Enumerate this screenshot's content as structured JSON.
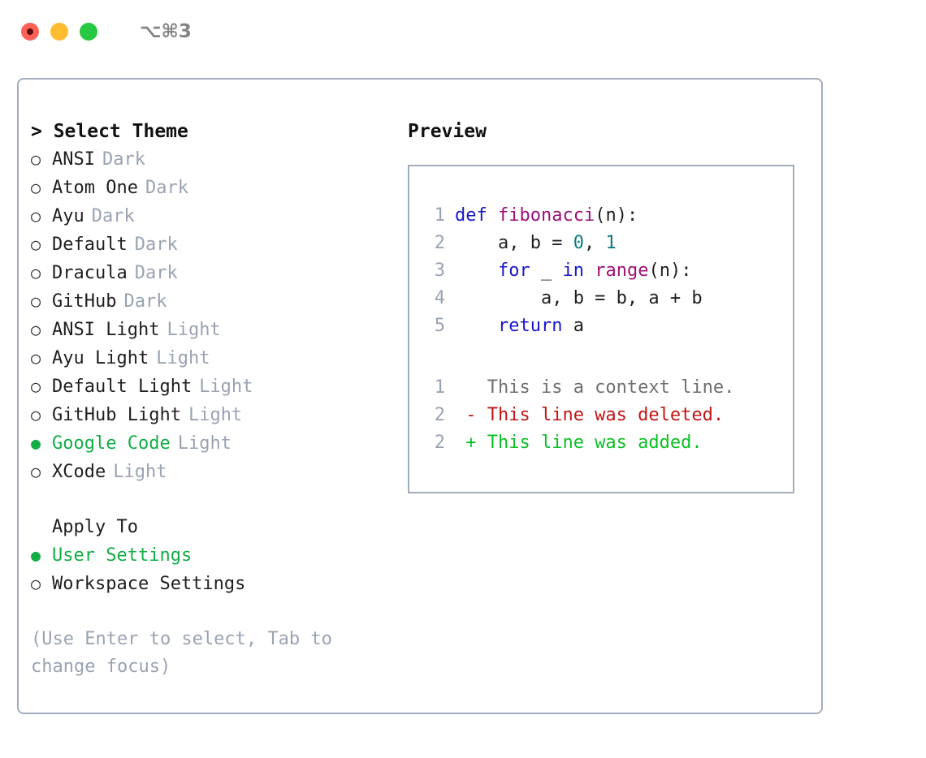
{
  "titlebar": {
    "shortcut": "⌥⌘3",
    "buttons": [
      {
        "name": "close",
        "color": "#ff6159"
      },
      {
        "name": "minimize",
        "color": "#febc2e"
      },
      {
        "name": "maximize",
        "color": "#26c941"
      }
    ]
  },
  "theme_panel": {
    "heading": "> Select Theme",
    "bullet_unselected": "○",
    "bullet_selected": "●",
    "selected_color": "#14ad46",
    "tag_color": "#9aa3b2",
    "themes": [
      {
        "name": "ANSI",
        "tag": "Dark",
        "selected": false
      },
      {
        "name": "Atom One",
        "tag": "Dark",
        "selected": false
      },
      {
        "name": "Ayu",
        "tag": "Dark",
        "selected": false
      },
      {
        "name": "Default",
        "tag": "Dark",
        "selected": false
      },
      {
        "name": "Dracula",
        "tag": "Dark",
        "selected": false
      },
      {
        "name": "GitHub",
        "tag": "Dark",
        "selected": false
      },
      {
        "name": "ANSI Light",
        "tag": "Light",
        "selected": false
      },
      {
        "name": "Ayu Light",
        "tag": "Light",
        "selected": false
      },
      {
        "name": "Default Light",
        "tag": "Light",
        "selected": false
      },
      {
        "name": "GitHub Light",
        "tag": "Light",
        "selected": false
      },
      {
        "name": "Google Code",
        "tag": "Light",
        "selected": true
      },
      {
        "name": "XCode",
        "tag": "Light",
        "selected": false
      }
    ]
  },
  "apply_to": {
    "heading": "Apply To",
    "options": [
      {
        "label": "User Settings",
        "selected": true
      },
      {
        "label": "Workspace Settings",
        "selected": false
      }
    ]
  },
  "hint": "(Use Enter to select, Tab to change focus)",
  "preview": {
    "heading": "Preview",
    "code_lines": [
      {
        "number": "1",
        "tokens": [
          {
            "text": "def ",
            "type": "kw"
          },
          {
            "text": "fibonacci",
            "type": "fn"
          },
          {
            "text": "(n):",
            "type": "plain"
          }
        ]
      },
      {
        "number": "2",
        "tokens": [
          {
            "text": "    a, b = ",
            "type": "plain"
          },
          {
            "text": "0",
            "type": "num"
          },
          {
            "text": ", ",
            "type": "plain"
          },
          {
            "text": "1",
            "type": "num"
          }
        ]
      },
      {
        "number": "3",
        "tokens": [
          {
            "text": "    ",
            "type": "plain"
          },
          {
            "text": "for",
            "type": "kw"
          },
          {
            "text": " _ ",
            "type": "plain"
          },
          {
            "text": "in",
            "type": "kw"
          },
          {
            "text": " ",
            "type": "plain"
          },
          {
            "text": "range",
            "type": "fn"
          },
          {
            "text": "(n):",
            "type": "plain"
          }
        ]
      },
      {
        "number": "4",
        "tokens": [
          {
            "text": "        a, b = b, a + b",
            "type": "plain"
          }
        ]
      },
      {
        "number": "5",
        "tokens": [
          {
            "text": "    ",
            "type": "plain"
          },
          {
            "text": "return",
            "type": "kw"
          },
          {
            "text": " a",
            "type": "plain"
          }
        ]
      }
    ],
    "diff_lines": [
      {
        "number": "1",
        "marker": " ",
        "text": "This is a context line.",
        "type": "ctx"
      },
      {
        "number": "2",
        "marker": "-",
        "text": "This line was deleted.",
        "type": "del"
      },
      {
        "number": "2",
        "marker": "+",
        "text": "This line was added.",
        "type": "add"
      }
    ],
    "colors": {
      "keyword": "#1a18c8",
      "function": "#9b1177",
      "number": "#0f7b7b",
      "plain": "#1f1f1f",
      "line_number": "#9aa3b2",
      "diff_context": "#6f6f6f",
      "diff_deleted": "#c01515",
      "diff_added": "#0bbf23"
    }
  }
}
